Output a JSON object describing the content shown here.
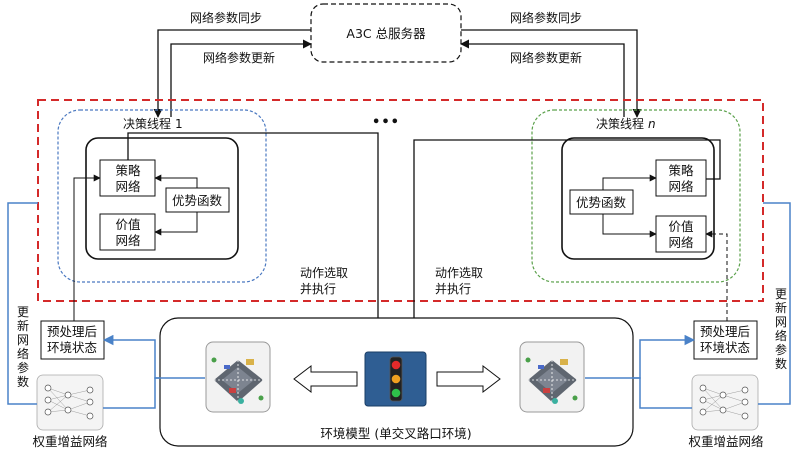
{
  "server": {
    "label": "A3C 总服务器"
  },
  "sync_left": "网络参数同步",
  "update_left": "网络参数更新",
  "sync_right": "网络参数同步",
  "update_right": "网络参数更新",
  "dots": "•••",
  "thread1": {
    "title_prefix": "决策线程",
    "title_index": "1",
    "policy_line1": "策略",
    "policy_line2": "网络",
    "value_line1": "价值",
    "value_line2": "网络",
    "advantage": "优势函数"
  },
  "threadn": {
    "title_prefix": "决策线程",
    "title_index": "n",
    "policy_line1": "策略",
    "policy_line2": "网络",
    "value_line1": "价值",
    "value_line2": "网络",
    "advantage": "优势函数"
  },
  "action_left": {
    "line1": "动作选取",
    "line2": "并执行"
  },
  "action_right": {
    "line1": "动作选取",
    "line2": "并执行"
  },
  "preprocess_left": {
    "line1": "预处理后",
    "line2": "环境状态"
  },
  "preprocess_right": {
    "line1": "预处理后",
    "line2": "环境状态"
  },
  "update_params_left": [
    "更",
    "新",
    "网",
    "络",
    "参",
    "数"
  ],
  "update_params_right": [
    "更",
    "新",
    "网",
    "络",
    "参",
    "数"
  ],
  "weight_net_left": "权重增益网络",
  "weight_net_right": "权重增益网络",
  "environment": {
    "label": "环境模型 (单交叉路口环境)"
  },
  "colors": {
    "red_dash": "#d42a2a",
    "blue_dash": "#4a78c0",
    "green_dash": "#5aa04a",
    "feedback_blue": "#4a82c8",
    "traffic_light_bg": "#2f5e93"
  }
}
